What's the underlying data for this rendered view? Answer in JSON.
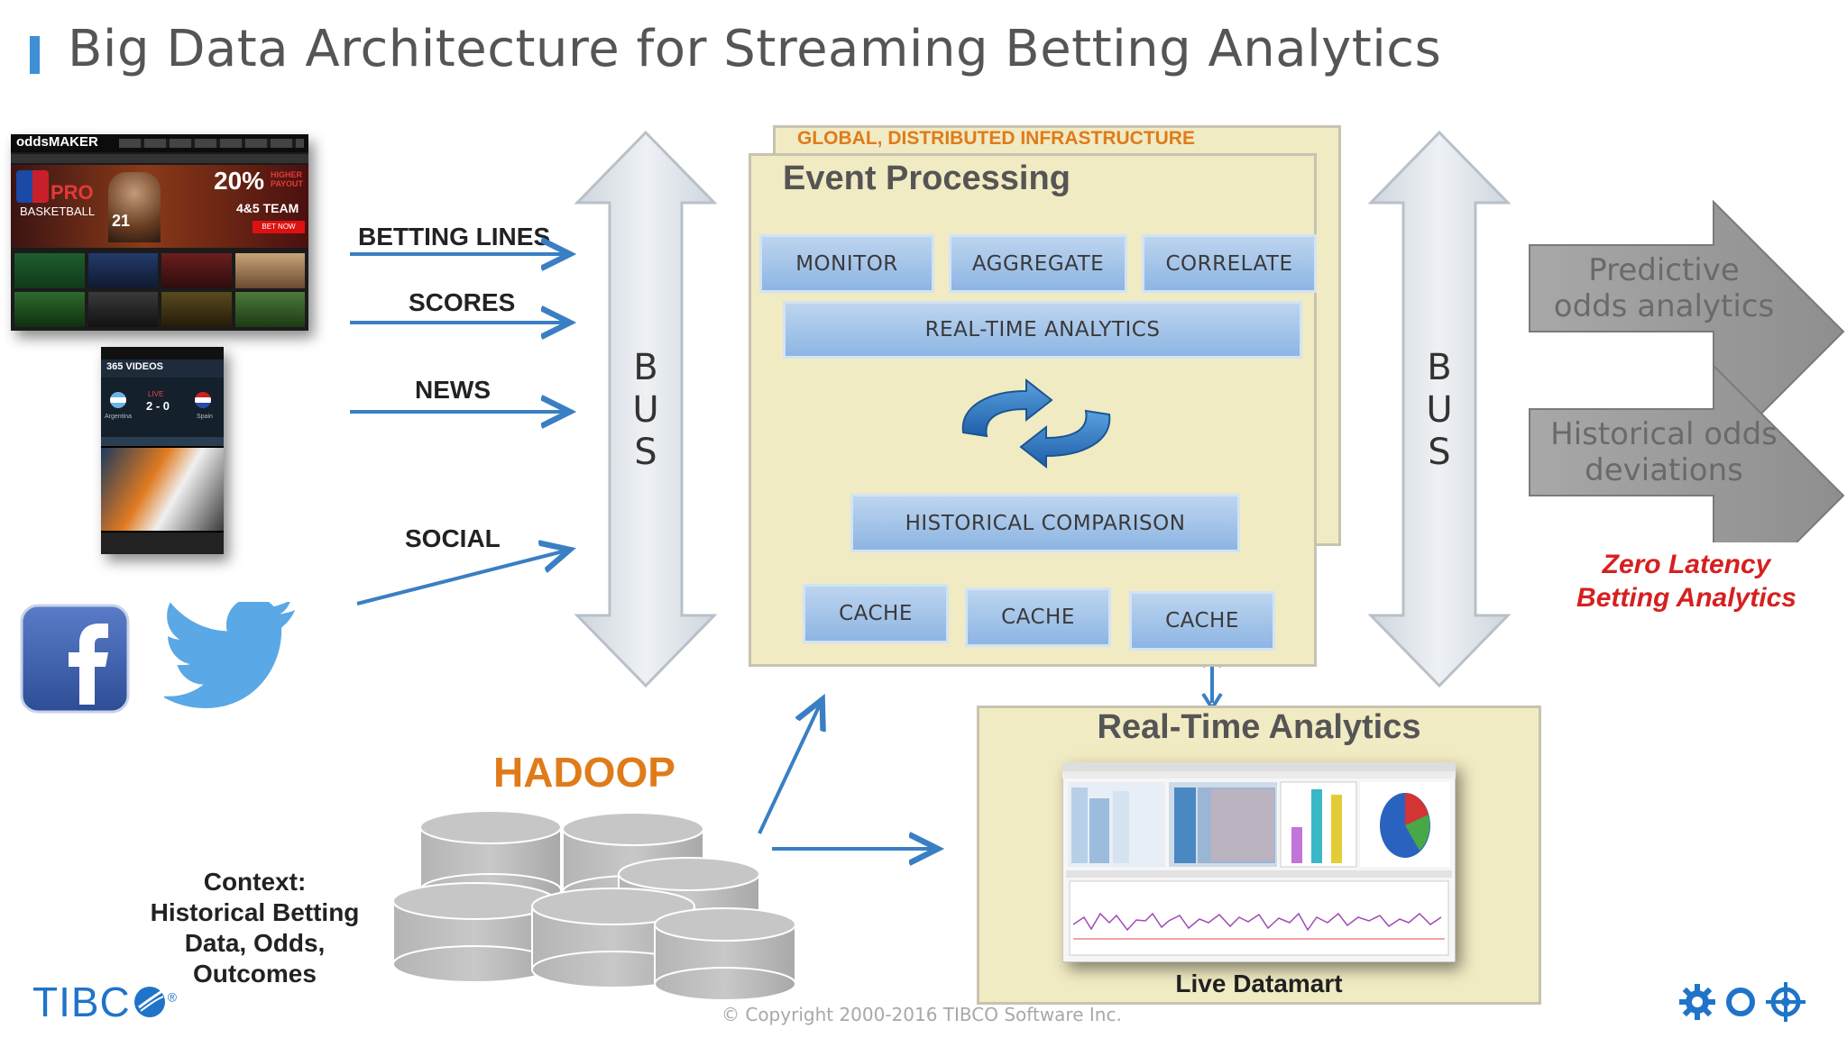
{
  "title": "Big Data Architecture for Streaming Betting Analytics",
  "screenshot_site": {
    "logo": "oddsMAKER",
    "promo_pro": "PRO",
    "promo_basketball": "BASKETBALL",
    "promo_percent": "20%",
    "promo_higher": "HIGHER PAYOUT",
    "promo_team": "4&5 TEAM",
    "bet_now": "BET NOW"
  },
  "screenshot_phone": {
    "app": "365 VIDEOS",
    "score": "2 - 0",
    "live": "LIVE",
    "team_a": "Argentina",
    "team_b": "Spain"
  },
  "feeds": {
    "betting_lines": "BETTING LINES",
    "scores": "SCORES",
    "news": "NEWS",
    "social": "SOCIAL"
  },
  "bus": {
    "left": [
      "B",
      "U",
      "S"
    ],
    "right": [
      "B",
      "U",
      "S"
    ]
  },
  "event_processing": {
    "infra_label": "GLOBAL, DISTRIBUTED INFRASTRUCTURE",
    "title": "Event Processing",
    "monitor": "MONITOR",
    "aggregate": "AGGREGATE",
    "correlate": "CORRELATE",
    "realtime": "REAL-TIME ANALYTICS",
    "historical": "HISTORICAL COMPARISON",
    "caches": [
      "CACHE",
      "CACHE",
      "CACHE"
    ]
  },
  "outputs": {
    "predictive": [
      "Predictive",
      "odds analytics"
    ],
    "historical": [
      "Historical odds",
      "deviations"
    ],
    "zero_latency": [
      "Zero Latency",
      "Betting Analytics"
    ]
  },
  "hadoop": "HADOOP",
  "context": [
    "Context:",
    "Historical Betting",
    "Data, Odds,",
    "Outcomes"
  ],
  "realtime_analytics": {
    "title": "Real-Time Analytics",
    "caption": "Live Datamart"
  },
  "copyright": "© Copyright 2000-2016 TIBCO Software Inc.",
  "brand": "TIBC",
  "colors": {
    "accent_blue": "#3d8fd6",
    "arrow_blue": "#3a7fc3",
    "hadoop_orange": "#e07b1a",
    "zero_latency_red": "#d62020",
    "panel_yellow": "#f1ebc3",
    "button_blue": "#a4c4e9",
    "output_gray": "#9a9a9a"
  },
  "icons": [
    "facebook-icon",
    "twitter-icon",
    "gear-icon",
    "ring-icon",
    "crosshair-icon",
    "refresh-cycle-icon",
    "database-cylinder-icon"
  ]
}
